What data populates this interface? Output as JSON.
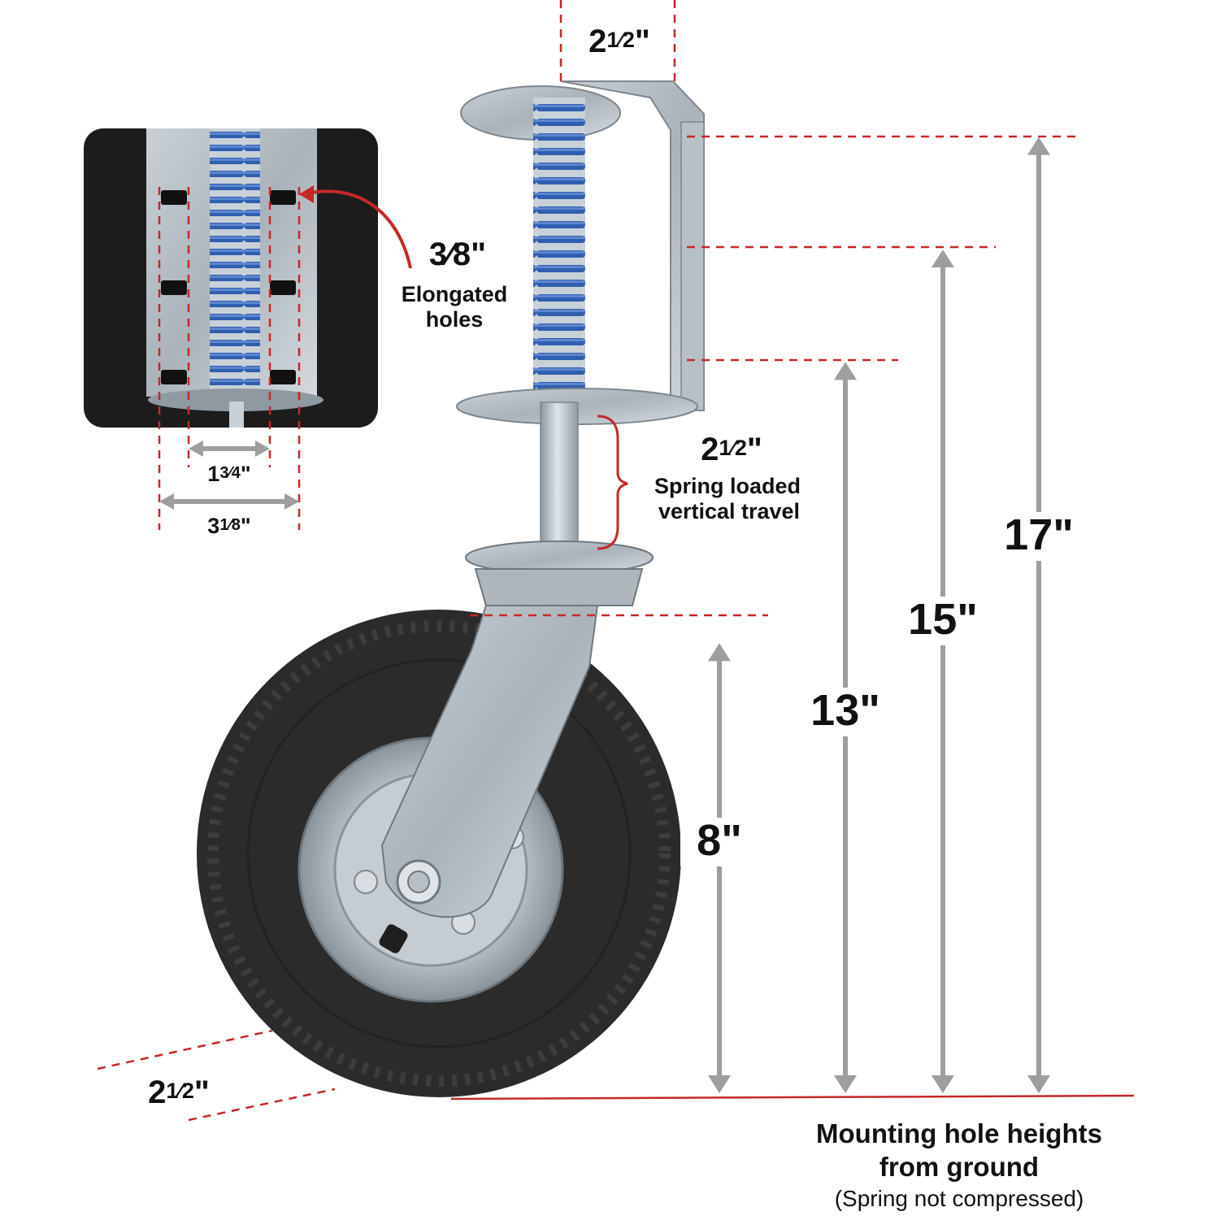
{
  "top_width": {
    "whole": "2",
    "frac": "1⁄2",
    "unit": "\""
  },
  "inset": {
    "hole_size": {
      "whole": "3",
      "frac": "⁄8",
      "unit": "\""
    },
    "hole_caption_1": "Elongated",
    "hole_caption_2": "holes",
    "inner_spacing": {
      "whole": "1",
      "frac": "3⁄4",
      "unit": "\""
    },
    "outer_spacing": {
      "whole": "3",
      "frac": "1⁄8",
      "unit": "\""
    }
  },
  "travel": {
    "value": {
      "whole": "2",
      "frac": "1⁄2",
      "unit": "\""
    },
    "caption_1": "Spring loaded",
    "caption_2": "vertical travel"
  },
  "heights": [
    {
      "label": "8\"",
      "value": 8
    },
    {
      "label": "13\"",
      "value": 13
    },
    {
      "label": "15\"",
      "value": 15
    },
    {
      "label": "17\"",
      "value": 17
    }
  ],
  "wheel_width": {
    "whole": "2",
    "frac": "1⁄2",
    "unit": "\""
  },
  "footer": {
    "line1": "Mounting hole heights",
    "line2": "from ground",
    "note": "(Spring not compressed)"
  },
  "colors": {
    "dimension_line": "#c62828",
    "arrow": "#9e9e9e",
    "spring": "#2f5fb0",
    "steel": "#b9c2c9",
    "tire": "#2b2b2b",
    "inset_bg": "#1c1c1c"
  }
}
